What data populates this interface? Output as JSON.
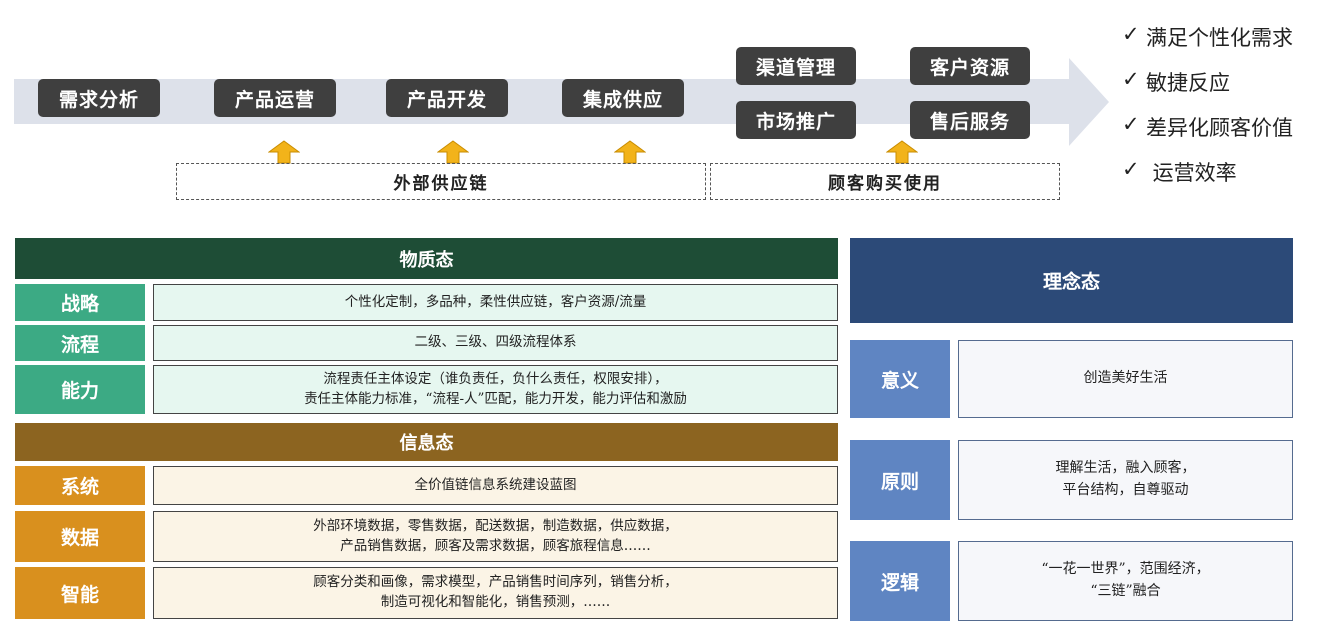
{
  "flow": {
    "steps": [
      "需求分析",
      "产品运营",
      "产品开发",
      "集成供应"
    ],
    "downstream": [
      "渠道管理",
      "客户资源",
      "市场推广",
      "售后服务"
    ],
    "supply_label": "外部供应链",
    "customer_label": "顾客购买使用"
  },
  "benefits": [
    "满足个性化需求",
    "敏捷反应",
    "差异化顾客价值",
    " 运营效率"
  ],
  "benefit_check": "✓",
  "material": {
    "title": "物质态",
    "rows": [
      {
        "label": "战略",
        "text": "个性化定制，多品种，柔性供应链，客户资源/流量"
      },
      {
        "label": "流程",
        "text": "二级、三级、四级流程体系"
      },
      {
        "label": "能力",
        "text": "流程责任主体设定（谁负责任，负什么责任，权限安排），\n责任主体能力标准，“流程-人”匹配，能力开发，能力评估和激励"
      }
    ]
  },
  "info": {
    "title": "信息态",
    "rows": [
      {
        "label": "系统",
        "text": "全价值链信息系统建设蓝图"
      },
      {
        "label": "数据",
        "text": "外部环境数据，零售数据，配送数据，制造数据，供应数据，\n产品销售数据，顾客及需求数据，顾客旅程信息……"
      },
      {
        "label": "智能",
        "text": "顾客分类和画像，需求模型，产品销售时间序列，销售分析，\n制造可视化和智能化，销售预测，……"
      }
    ]
  },
  "ideology": {
    "title": "理念态",
    "rows": [
      {
        "label": "意义",
        "text": "创造美好生活"
      },
      {
        "label": "原则",
        "text": "理解生活，融入顾客，\n平台结构，自尊驱动"
      },
      {
        "label": "逻辑",
        "text": "“一花一世界”，范围经济，\n“三链”融合"
      }
    ]
  },
  "colors": {
    "chip": "#3f3f3f",
    "flow_arrow": "#dde1ea",
    "up_arrow": "#f2b31a",
    "material_header": "#1e4d36",
    "material_label": "#3caa84",
    "info_header": "#8c6420",
    "info_label": "#d9901e",
    "ideology_header": "#2c4a78",
    "ideology_label": "#5f85c2"
  }
}
